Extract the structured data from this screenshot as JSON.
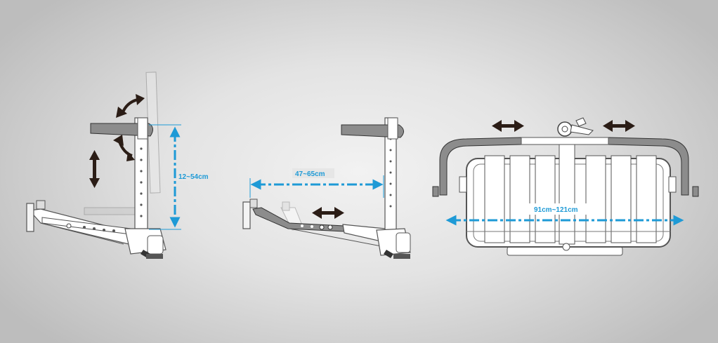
{
  "dimensions": {
    "height_range": "12~54cm",
    "reach_range": "47~65cm",
    "width_range": "91cm~121cm"
  },
  "colors": {
    "accent_blue": "#1e9ad6",
    "arrow_dark": "#2b1d16",
    "frame_fill": "#ffffff",
    "frame_stroke": "#555555",
    "bar_gray": "#8c8c8c"
  }
}
